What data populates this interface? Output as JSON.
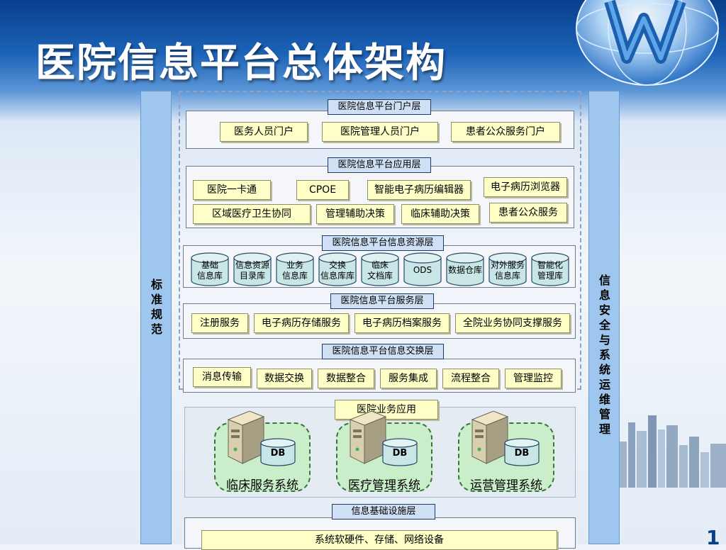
{
  "title": "医院信息平台总体架构",
  "left_bar": {
    "chars": [
      "标",
      "准",
      "规",
      "范"
    ]
  },
  "right_bar": {
    "chars": [
      "信",
      "息",
      "安",
      "全",
      "与",
      "系",
      "统",
      "运",
      "维",
      "管",
      "理"
    ]
  },
  "portal_layer": {
    "label": "医院信息平台门户层",
    "items": [
      "医务人员门户",
      "医院管理人员门户",
      "患者公众服务门户"
    ]
  },
  "app_layer": {
    "label": "医院信息平台应用层",
    "items": [
      "医院一卡通",
      "CPOE",
      "智能电子病历编辑器",
      "电子病历浏览器",
      "区域医疗卫生协同",
      "管理辅助决策",
      "临床辅助决策",
      "患者公众服务"
    ]
  },
  "resource_layer": {
    "label": "医院信息平台信息资源层",
    "items": [
      [
        "基础",
        "信息库"
      ],
      [
        "信息资源",
        "目录库"
      ],
      [
        "业务",
        "信息库"
      ],
      [
        "交换",
        "信息库库"
      ],
      [
        "临床",
        "文档库"
      ],
      [
        "ODS"
      ],
      [
        "数据仓库"
      ],
      [
        "对外服务",
        "信息库"
      ],
      [
        "智能化",
        "管理库"
      ]
    ]
  },
  "service_layer": {
    "label": "医院信息平台服务层",
    "items": [
      "注册服务",
      "电子病历存储服务",
      "电子病历档案服务",
      "全院业务协同支撑服务"
    ]
  },
  "exchange_layer": {
    "label": "医院信息平台信息交换层",
    "items": [
      "消息传输",
      "数据交换",
      "数据整合",
      "服务集成",
      "流程整合",
      "管理监控"
    ]
  },
  "business": {
    "label": "医院业务应用",
    "systems": [
      {
        "name": "临床服务系统",
        "db": "DB"
      },
      {
        "name": "医疗管理系统",
        "db": "DB"
      },
      {
        "name": "运营管理系统",
        "db": "DB"
      }
    ]
  },
  "infra": {
    "label": "信息基础设施层",
    "content": "系统软硬件、存储、网络设备"
  },
  "page_number": "1",
  "colors": {
    "label_bg": "#cfe0f5",
    "item_bg": "#ffffc8",
    "sidebar": "#9fc6ee",
    "resource_bg": "#c8e6e6",
    "system_bg": "#c9eec9"
  }
}
